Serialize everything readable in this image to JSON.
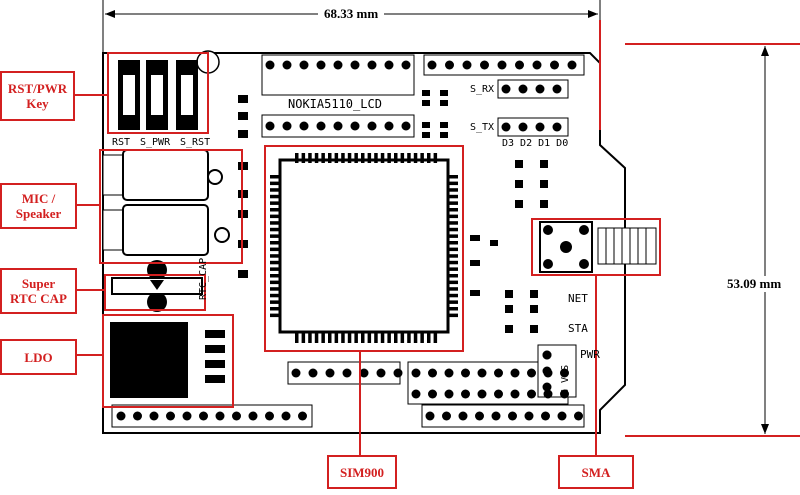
{
  "dimensions": {
    "width_label": "68.33 mm",
    "height_label": "53.09 mm"
  },
  "callouts": {
    "rst_pwr": "RST/PWR\nKey",
    "mic_speaker": "MIC /\nSpeaker",
    "super_rtc_cap": "Super\nRTC CAP",
    "ldo": "LDO",
    "sim900": "SIM900",
    "sma": "SMA"
  },
  "silkscreen": {
    "lcd": "NOKIA5110_LCD",
    "rst": "RST",
    "s_pwr": "S_PWR",
    "s_rst": "S_RST",
    "s_rx": "S_RX",
    "s_tx": "S_TX",
    "digital_pins": "D3 D2 D1 D0",
    "rtc_cap": "RTC_CAP",
    "net": "NET",
    "sta": "STA",
    "pwr": "PWR",
    "gvs": "G V S"
  },
  "colors": {
    "callout": "#d32020",
    "outline": "#000000"
  }
}
